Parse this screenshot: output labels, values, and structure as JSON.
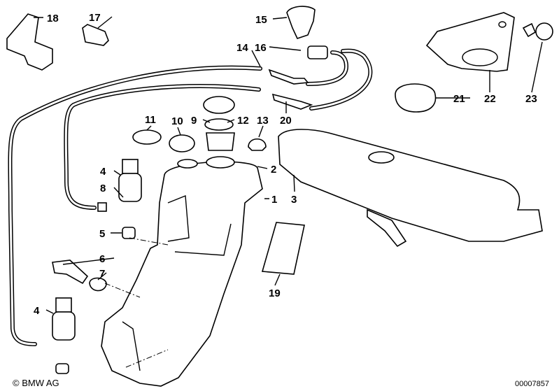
{
  "diagram": {
    "callouts": [
      {
        "id": "c18",
        "text": "18"
      },
      {
        "id": "c17",
        "text": "17"
      },
      {
        "id": "c15",
        "text": "15"
      },
      {
        "id": "c14",
        "text": "14"
      },
      {
        "id": "c16",
        "text": "16"
      },
      {
        "id": "c21",
        "text": "21"
      },
      {
        "id": "c22",
        "text": "22"
      },
      {
        "id": "c23",
        "text": "23"
      },
      {
        "id": "c20",
        "text": "20"
      },
      {
        "id": "c11",
        "text": "11"
      },
      {
        "id": "c10",
        "text": "10"
      },
      {
        "id": "c9",
        "text": "9"
      },
      {
        "id": "c12",
        "text": "12"
      },
      {
        "id": "c13",
        "text": "13"
      },
      {
        "id": "c2",
        "text": "2"
      },
      {
        "id": "c1",
        "text": "1"
      },
      {
        "id": "c3",
        "text": "3"
      },
      {
        "id": "c4a",
        "text": "4"
      },
      {
        "id": "c8",
        "text": "8"
      },
      {
        "id": "c5",
        "text": "5"
      },
      {
        "id": "c6",
        "text": "6"
      },
      {
        "id": "c7",
        "text": "7"
      },
      {
        "id": "c4b",
        "text": "4"
      },
      {
        "id": "c19",
        "text": "19"
      }
    ]
  },
  "footer": {
    "copyright": "© BMW AG",
    "diagram_number": "00007857"
  }
}
